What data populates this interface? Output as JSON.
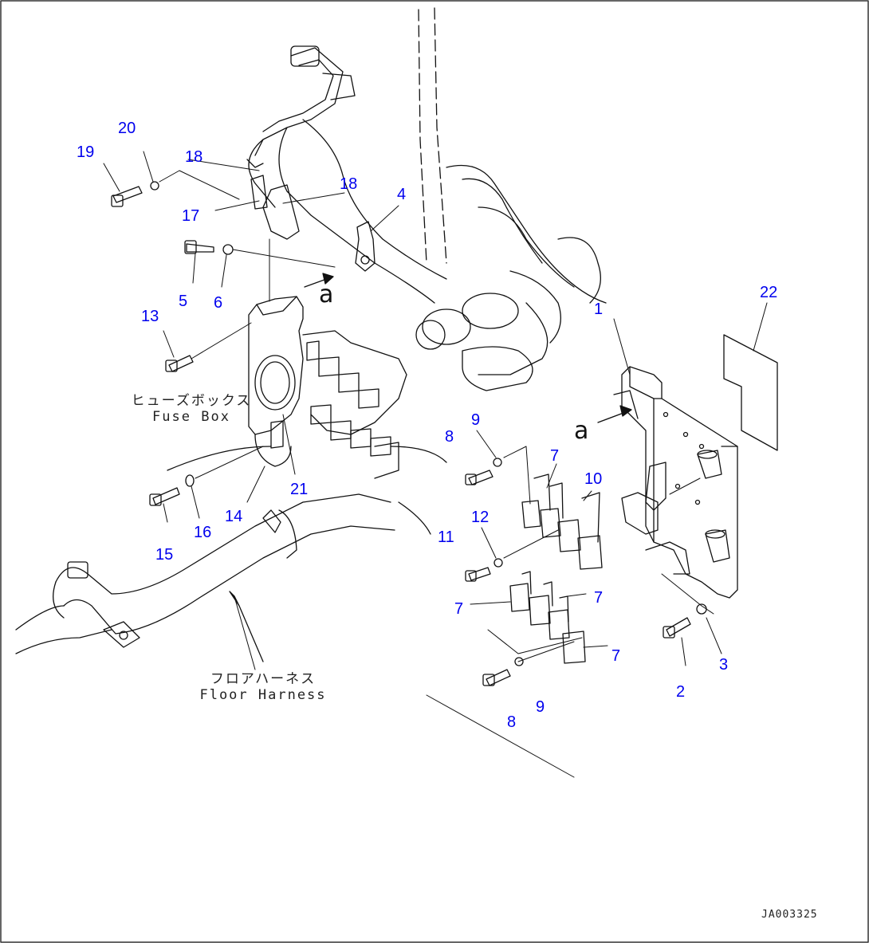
{
  "callouts": {
    "c1": "1",
    "c2": "2",
    "c3": "3",
    "c4": "4",
    "c5": "5",
    "c6": "6",
    "c7a": "7",
    "c7b": "7",
    "c7c": "7",
    "c7d": "7",
    "c8a": "8",
    "c8b": "8",
    "c9a": "9",
    "c9b": "9",
    "c10": "10",
    "c11": "11",
    "c12": "12",
    "c13": "13",
    "c14": "14",
    "c15": "15",
    "c16": "16",
    "c17": "17",
    "c18a": "18",
    "c18b": "18",
    "c19": "19",
    "c20": "20",
    "c21": "21",
    "c22": "22"
  },
  "labels": {
    "fuse_box_jp": "ヒューズボックス",
    "fuse_box_en": "Fuse Box",
    "floor_harness_jp": "フロアハーネス",
    "floor_harness_en": "Floor Harness",
    "view_a_1": "a",
    "view_a_2": "a",
    "drawing_id": "JA003325"
  },
  "colors": {
    "callout": "#0000ee",
    "line": "#111111"
  }
}
